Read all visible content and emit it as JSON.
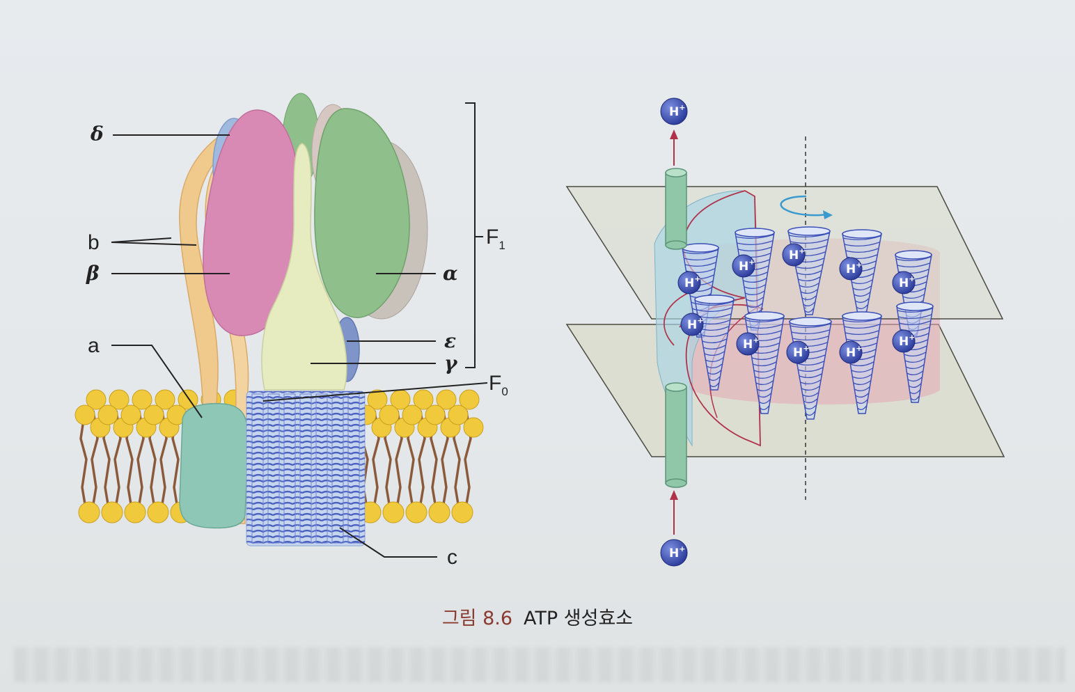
{
  "labels": {
    "delta": "δ",
    "b": "b",
    "beta": "β",
    "a": "a",
    "alpha": "α",
    "epsilon": "ε",
    "gamma": "γ",
    "c": "c",
    "f1_base": "F",
    "f1_sub": "1",
    "f0_base": "F",
    "f0_sub": "0"
  },
  "proton": {
    "base": "H",
    "sup": "+"
  },
  "caption": {
    "number": "그림 8.6",
    "title": "ATP 생성효소"
  },
  "colors": {
    "alpha": "#8fc08c",
    "beta": "#d98ab4",
    "delta": "#9fb9df",
    "b_stalk": "#f0c98d",
    "gamma": "#e7ecc0",
    "epsilon": "#7f95c9",
    "a_subunit": "#8fc7b6",
    "c_ring": "#4a5fc0",
    "lipid_head": "#f1c93d",
    "lipid_tail": "#8a5a3a",
    "proton": "#3a4fb8",
    "membrane_plane": "#d5d8c8",
    "red_path": "#b0324a",
    "rotation_arrow": "#3a9ad0"
  }
}
